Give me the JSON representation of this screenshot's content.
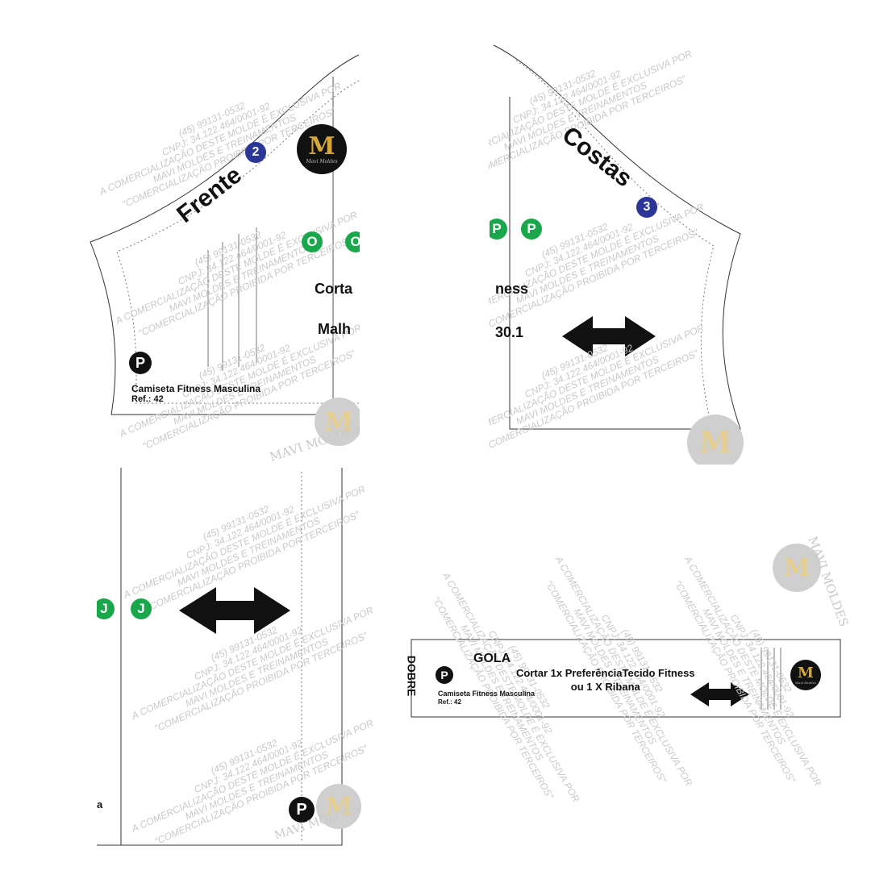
{
  "watermark": {
    "line1": "(45) 99131-0532",
    "line2": "CNPJ: 34.122.464/0001-92",
    "line3": "A COMERCIALIZAÇÃO DESTE MOLDE É EXCLUSIVA POR",
    "line4": "MAVI MOLDES E TREINAMENTOS",
    "line5": "\"COMERCIALIZAÇÃO PROIBIDA POR TERCEIROS\""
  },
  "brand_name": "MAVI MOLDES",
  "logo_letter": "M",
  "logo_sub": "Mavi Moldes",
  "frente": {
    "title": "Frente",
    "number": "2",
    "marks": [
      "O",
      "O"
    ],
    "size_badge": "P",
    "cut_text": "Corta",
    "fabric_text": "Malh",
    "product": "Camiseta Fitness Masculina",
    "ref": "Ref.: 42"
  },
  "costas": {
    "title": "Costas",
    "number": "3",
    "marks": [
      "P",
      "P"
    ],
    "text1": "ness",
    "text2": "30.1"
  },
  "manga": {
    "marks": [
      "J",
      "J"
    ],
    "size_badge": "P",
    "fragment": "a"
  },
  "gola": {
    "fold": "DOBRE",
    "title": "GOLA",
    "size_badge": "P",
    "cut_line1": "Cortar 1x PreferênciaTecido Fitness",
    "cut_line2": "ou 1 X Ribana",
    "product": "Camiseta Fitness Masculina",
    "ref": "Ref.: 42"
  }
}
